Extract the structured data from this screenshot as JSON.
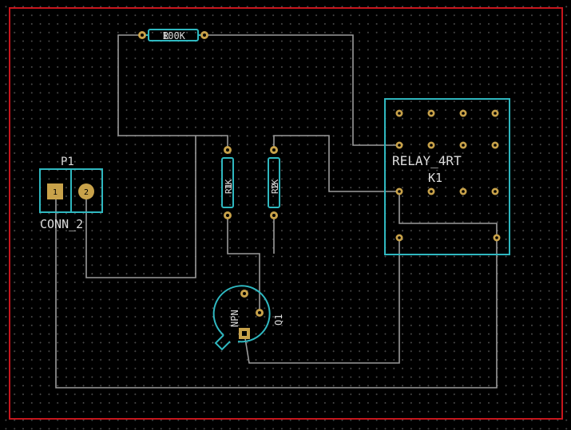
{
  "board": {
    "edge_color": "#c8161d",
    "silkscreen_color": "#2fb8c0",
    "pad_color": "#c8a24a",
    "trace_color": "#9a9a9a"
  },
  "components": {
    "r_top": {
      "value": "100K",
      "ref": "R"
    },
    "r1": {
      "value": "1K",
      "ref": "R1"
    },
    "r2": {
      "value": "1K",
      "ref": "R2"
    },
    "p1": {
      "ref": "P1",
      "value": "CONN_2",
      "pad1": "1",
      "pad2": "2"
    },
    "k1": {
      "ref": "K1",
      "value": "RELAY_4RT"
    },
    "q1": {
      "ref": "Q1",
      "value": "NPN"
    }
  }
}
